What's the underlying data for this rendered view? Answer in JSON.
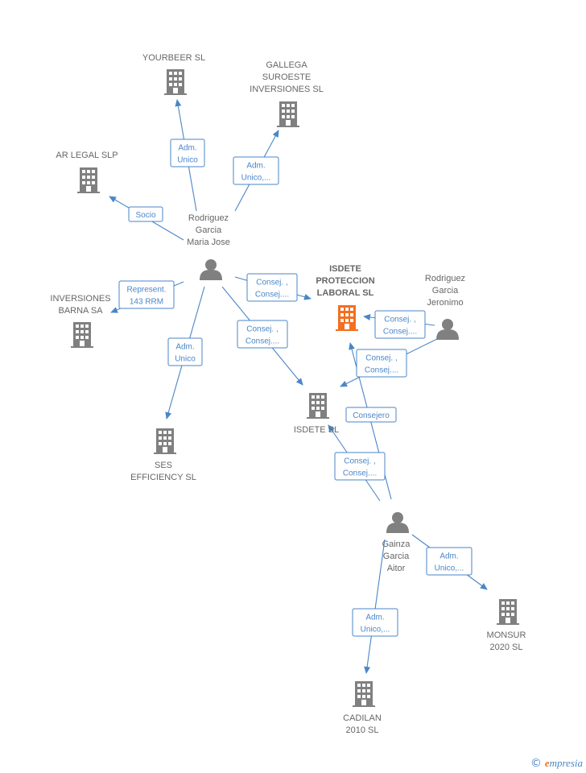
{
  "colors": {
    "edge": "#4a86c8",
    "company": "#808080",
    "focus_company": "#f36f21",
    "person": "#808080",
    "label": "#666666"
  },
  "nodes": [
    {
      "id": "yourbeer",
      "kind": "company",
      "lines": [
        "YOURBEER SL"
      ]
    },
    {
      "id": "gallega",
      "kind": "company",
      "lines": [
        "GALLEGA",
        "SUROESTE",
        "INVERSIONES SL"
      ]
    },
    {
      "id": "arlegal",
      "kind": "company",
      "lines": [
        "AR LEGAL SLP"
      ]
    },
    {
      "id": "rodriguez_mj",
      "kind": "person",
      "lines": [
        "Rodriguez",
        "Garcia",
        "Maria Jose"
      ]
    },
    {
      "id": "isdete_pl",
      "kind": "focus",
      "lines": [
        "ISDETE",
        "PROTECCION",
        "LABORAL  SL"
      ]
    },
    {
      "id": "rodriguez_j",
      "kind": "person",
      "lines": [
        "Rodriguez",
        "Garcia",
        "Jeronimo"
      ]
    },
    {
      "id": "inversiones",
      "kind": "company",
      "lines": [
        "INVERSIONES",
        "BARNA SA"
      ]
    },
    {
      "id": "isdete",
      "kind": "company",
      "lines": [
        "ISDETE  SL"
      ]
    },
    {
      "id": "ses",
      "kind": "company",
      "lines": [
        "SES",
        "EFFICIENCY SL"
      ]
    },
    {
      "id": "gainza",
      "kind": "person",
      "lines": [
        "Gainza",
        "Garcia",
        "Aitor"
      ]
    },
    {
      "id": "monsur",
      "kind": "company",
      "lines": [
        "MONSUR",
        "2020  SL"
      ]
    },
    {
      "id": "cadilan",
      "kind": "company",
      "lines": [
        "CADILAN",
        "2010 SL"
      ]
    }
  ],
  "edges": [
    {
      "from": "rodriguez_mj",
      "to": "yourbeer",
      "label": [
        "Adm.",
        "Unico"
      ]
    },
    {
      "from": "rodriguez_mj",
      "to": "gallega",
      "label": [
        "Adm.",
        "Unico,..."
      ]
    },
    {
      "from": "rodriguez_mj",
      "to": "arlegal",
      "label": [
        "Socio"
      ]
    },
    {
      "from": "rodriguez_mj",
      "to": "inversiones",
      "label": [
        "Represent.",
        "143 RRM"
      ]
    },
    {
      "from": "rodriguez_mj",
      "to": "ses",
      "label": [
        "Adm.",
        "Unico"
      ]
    },
    {
      "from": "rodriguez_mj",
      "to": "isdete_pl",
      "label": [
        "Consej. ,",
        "Consej...."
      ]
    },
    {
      "from": "rodriguez_mj",
      "to": "isdete",
      "label": [
        "Consej. ,",
        "Consej...."
      ]
    },
    {
      "from": "rodriguez_j",
      "to": "isdete_pl",
      "label": [
        "Consej. ,",
        "Consej...."
      ]
    },
    {
      "from": "rodriguez_j",
      "to": "isdete",
      "label": [
        "Consej. ,",
        "Consej...."
      ]
    },
    {
      "from": "gainza",
      "to": "isdete_pl",
      "label": [
        "Consejero"
      ]
    },
    {
      "from": "gainza",
      "to": "isdete",
      "label": [
        "Consej. ,",
        "Consej...."
      ]
    },
    {
      "from": "gainza",
      "to": "monsur",
      "label": [
        "Adm.",
        "Unico,..."
      ]
    },
    {
      "from": "gainza",
      "to": "cadilan",
      "label": [
        "Adm.",
        "Unico,..."
      ]
    }
  ],
  "brand": {
    "symbol": "©",
    "first_letter": "e",
    "rest": "mpresia"
  }
}
